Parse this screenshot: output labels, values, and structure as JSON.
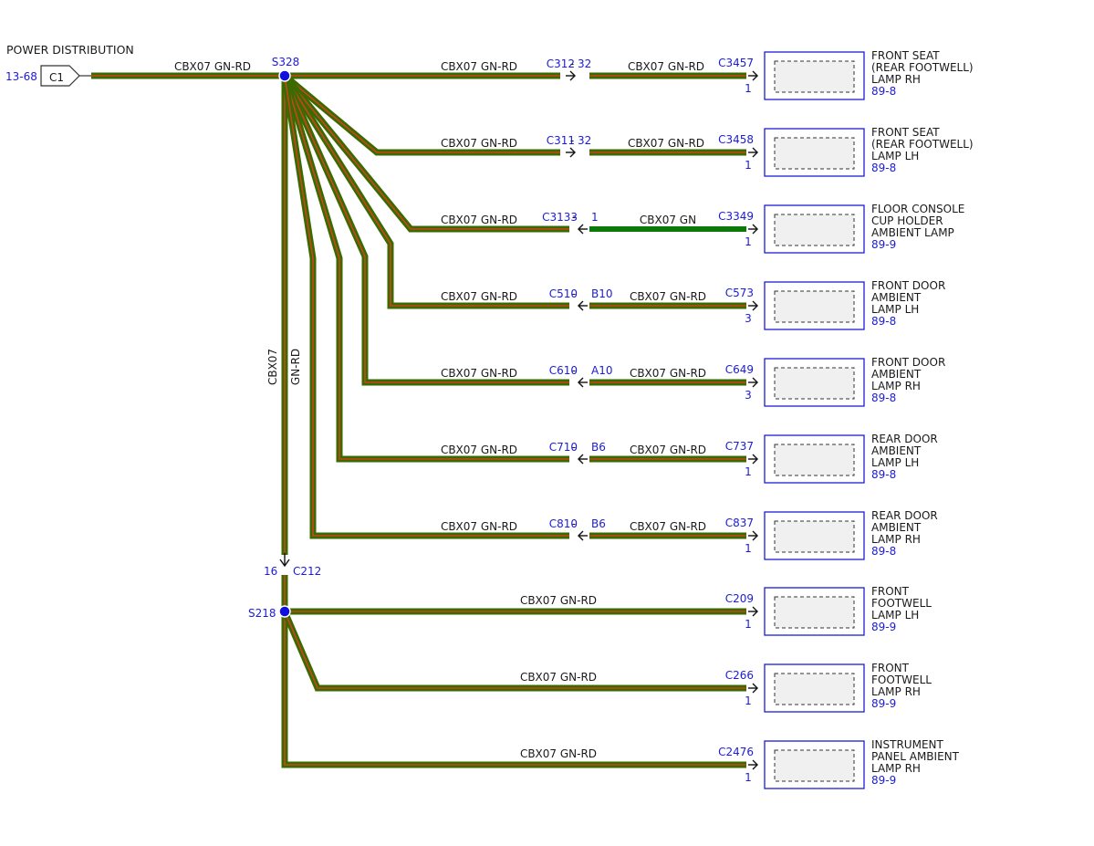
{
  "title": "POWER DISTRIBUTION",
  "source": {
    "ref": "13-68",
    "connector": "C1"
  },
  "source_wire": "CBX07  GN-RD",
  "splice_top": "S328",
  "splice_bottom": "S218",
  "trunk_label_1": "CBX07",
  "trunk_label_2": "GN-RD",
  "c212": {
    "pin": "16",
    "name": "C212"
  },
  "colors": {
    "wire_gn_rd_outer": "#3a6b00",
    "wire_gn_rd_inner": "#c8451e",
    "wire_gn": "#0b7a0b",
    "splice": "#1010e0",
    "blue_text": "#1c1cd6",
    "box_border": "#1c1cd6"
  },
  "branches": [
    {
      "wire_left": "CBX07  GN-RD",
      "inline": "C312",
      "inline_pin": "32",
      "wire_right": "CBX07  GN-RD",
      "connector": "C3457",
      "pin": "1",
      "title": [
        "FRONT SEAT",
        "(REAR FOOTWELL)",
        "LAMP RH"
      ],
      "ref": "89-8"
    },
    {
      "wire_left": "CBX07  GN-RD",
      "inline": "C311",
      "inline_pin": "32",
      "wire_right": "CBX07  GN-RD",
      "connector": "C3458",
      "pin": "1",
      "title": [
        "FRONT SEAT",
        "(REAR FOOTWELL)",
        "LAMP LH"
      ],
      "ref": "89-8"
    },
    {
      "wire_left": "CBX07  GN-RD",
      "inline": "C3133",
      "inline_pin": "1",
      "wire_right": "CBX07  GN",
      "connector": "C3349",
      "pin": "1",
      "title": [
        "FLOOR CONSOLE",
        "CUP HOLDER",
        "AMBIENT LAMP"
      ],
      "ref": "89-9"
    },
    {
      "wire_left": "CBX07  GN-RD",
      "inline": "C510",
      "inline_pin": "B10",
      "wire_right": "CBX07  GN-RD",
      "connector": "C573",
      "pin": "3",
      "title": [
        "FRONT DOOR",
        "AMBIENT",
        "LAMP LH"
      ],
      "ref": "89-8"
    },
    {
      "wire_left": "CBX07  GN-RD",
      "inline": "C610",
      "inline_pin": "A10",
      "wire_right": "CBX07  GN-RD",
      "connector": "C649",
      "pin": "3",
      "title": [
        "FRONT DOOR",
        "AMBIENT",
        "LAMP RH"
      ],
      "ref": "89-8"
    },
    {
      "wire_left": "CBX07  GN-RD",
      "inline": "C710",
      "inline_pin": "B6",
      "wire_right": "CBX07  GN-RD",
      "connector": "C737",
      "pin": "1",
      "title": [
        "REAR DOOR",
        "AMBIENT",
        "LAMP LH"
      ],
      "ref": "89-8"
    },
    {
      "wire_left": "CBX07  GN-RD",
      "inline": "C810",
      "inline_pin": "B6",
      "wire_right": "CBX07  GN-RD",
      "connector": "C837",
      "pin": "1",
      "title": [
        "REAR DOOR",
        "AMBIENT",
        "LAMP RH"
      ],
      "ref": "89-8"
    },
    {
      "wire": "CBX07  GN-RD",
      "connector": "C209",
      "pin": "1",
      "title": [
        "FRONT",
        "FOOTWELL",
        "LAMP LH"
      ],
      "ref": "89-9"
    },
    {
      "wire": "CBX07  GN-RD",
      "connector": "C266",
      "pin": "1",
      "title": [
        "FRONT",
        "FOOTWELL",
        "LAMP RH"
      ],
      "ref": "89-9"
    },
    {
      "wire": "CBX07  GN-RD",
      "connector": "C2476",
      "pin": "1",
      "title": [
        "INSTRUMENT",
        "PANEL AMBIENT",
        "LAMP RH"
      ],
      "ref": "89-9"
    }
  ]
}
